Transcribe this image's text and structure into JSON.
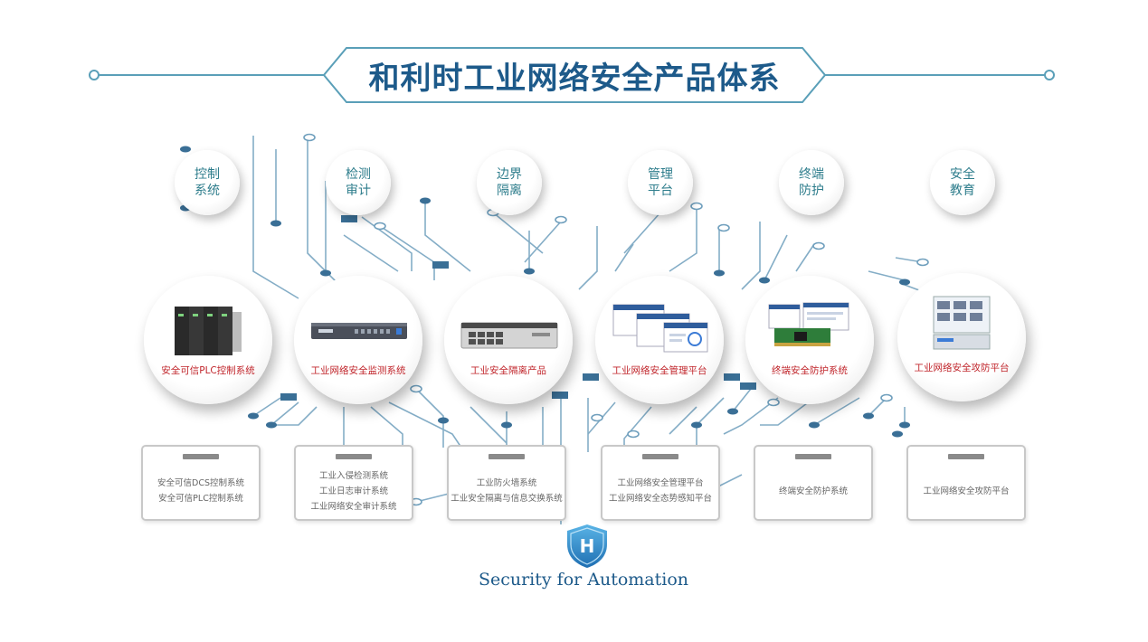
{
  "title": "和利时工业网络安全产品体系",
  "categories": [
    {
      "label": "控制系统"
    },
    {
      "label": "检测审计"
    },
    {
      "label": "边界隔离"
    },
    {
      "label": "管理平台"
    },
    {
      "label": "终端防护"
    },
    {
      "label": "安全教育"
    }
  ],
  "products": [
    {
      "label": "安全可信PLC控制系统",
      "image": "plc-rack"
    },
    {
      "label": "工业网络安全监测系统",
      "image": "network-appliance"
    },
    {
      "label": "工业安全隔离产品",
      "image": "switch-appliance"
    },
    {
      "label": "工业网络安全管理平台",
      "image": "management-screens"
    },
    {
      "label": "终端安全防护系统",
      "image": "pci-card-software"
    },
    {
      "label": "工业网络安全攻防平台",
      "image": "range-console"
    }
  ],
  "product_lists": [
    {
      "lines": [
        "安全可信DCS控制系统",
        "安全可信PLC控制系统"
      ]
    },
    {
      "lines": [
        "工业入侵检测系统",
        "工业日志审计系统",
        "工业网络安全审计系统"
      ]
    },
    {
      "lines": [
        "工业防火墙系统",
        "工业安全隔离与信息交换系统"
      ]
    },
    {
      "lines": [
        "工业网络安全管理平台",
        "工业网络安全态势感知平台"
      ]
    },
    {
      "lines": [
        "终端安全防护系统"
      ]
    },
    {
      "lines": [
        "工业网络安全攻防平台"
      ]
    }
  ],
  "footer": {
    "logo_letter": "H",
    "slogan": "Security for Automation"
  },
  "colors": {
    "title": "#1d5a8a",
    "circuit": "#5a8fb0",
    "category_text": "#2e7d8c",
    "product_label": "#c0252b"
  }
}
